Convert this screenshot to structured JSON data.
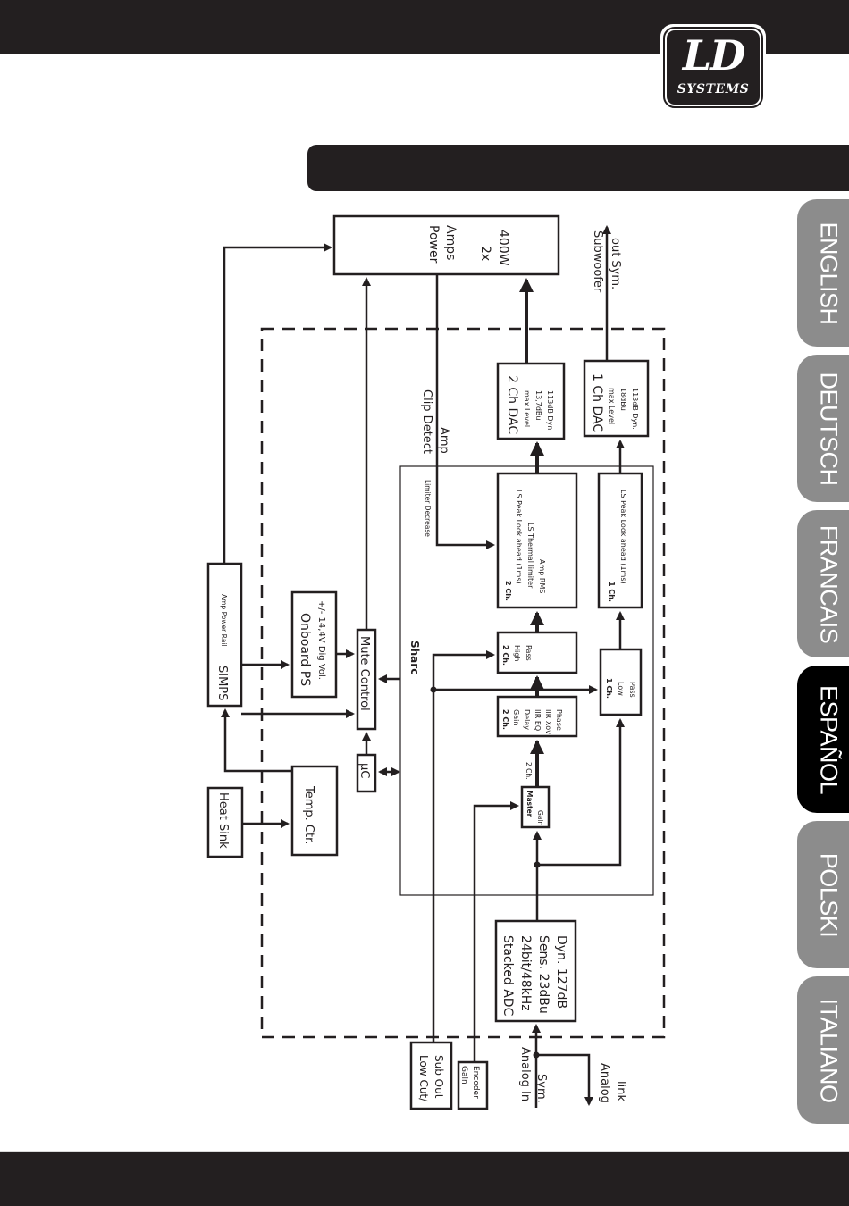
{
  "brand": {
    "logo_main": "LD",
    "logo_sub": "SYSTEMS"
  },
  "language_tabs": [
    {
      "label": "ENGLISH",
      "active": false
    },
    {
      "label": "DEUTSCH",
      "active": false
    },
    {
      "label": "FRANCAIS",
      "active": false
    },
    {
      "label": "ESPAÑOL",
      "active": true
    },
    {
      "label": "POLSKI",
      "active": false
    },
    {
      "label": "ITALIANO",
      "active": false
    }
  ],
  "diagram": {
    "power_amps": {
      "line1": "Power",
      "line2": "Amps",
      "line3": "2x",
      "line4": "400W"
    },
    "subwoofer_out": {
      "line1": "Subwoofer",
      "line2": "out Sym."
    },
    "dac_2ch": {
      "title": "2 Ch DAC",
      "line1": "max Level",
      "line2": "13,7dBu",
      "line3": "113dB Dyn."
    },
    "dac_1ch": {
      "title": "1 Ch DAC",
      "line1": "max Level",
      "line2": "18dBu",
      "line3": "113dB Dyn."
    },
    "clip_detect": {
      "line1": "Clip Detect",
      "line2": "Amp"
    },
    "limiter_decrease": "Limiter Decrease",
    "limiter_2ch": {
      "title": "2 Ch.",
      "line1": "LS Peak Look ahead (1ms)",
      "line2": "LS Thermal limiter",
      "line3": "Amp RMS"
    },
    "limiter_1ch": {
      "title": "1 Ch.",
      "line1": "LS Peak Look ahead (1ms)"
    },
    "sharc_label": "Sharc",
    "highpass_2ch": {
      "title": "2 Ch.",
      "line1": "High",
      "line2": "Pass"
    },
    "lowpass_1ch": {
      "title": "1 Ch.",
      "line1": "Low",
      "line2": "Pass"
    },
    "dsp_2ch": {
      "title": "2 Ch.",
      "line1": "Gain",
      "line2": "Delay",
      "line3": "IIR EQ",
      "line4": "IIR Xov",
      "line5": "Phase"
    },
    "master_gain": {
      "title": "Master",
      "line1": "Gain",
      "out_label": "2 Ch."
    },
    "simps": {
      "title": "SIMPS",
      "sub": "Amp Power Rail"
    },
    "onboard_ps": {
      "title": "Onboard  PS",
      "sub": "+/- 14,4V Dig Vol."
    },
    "mute_control": "Mute Control",
    "uc": "µC",
    "heat_sink": "Heat Sink",
    "temp_ctr": "Temp. Ctr.",
    "adc": {
      "line1": "Stacked ADC",
      "line2": "24bit/48kHz",
      "line3": "Sens. 23dBu",
      "line4": "Dyn. 127dB"
    },
    "low_cut": {
      "line1": "Low Cut/",
      "line2": "Sub Out"
    },
    "gain_encoder": {
      "line1": "Gain",
      "line2": "Encoder"
    },
    "analog_in": {
      "line1": "Analog In",
      "line2": "Sym."
    },
    "analog_link": {
      "line1": "Analog",
      "line2": "link"
    }
  }
}
